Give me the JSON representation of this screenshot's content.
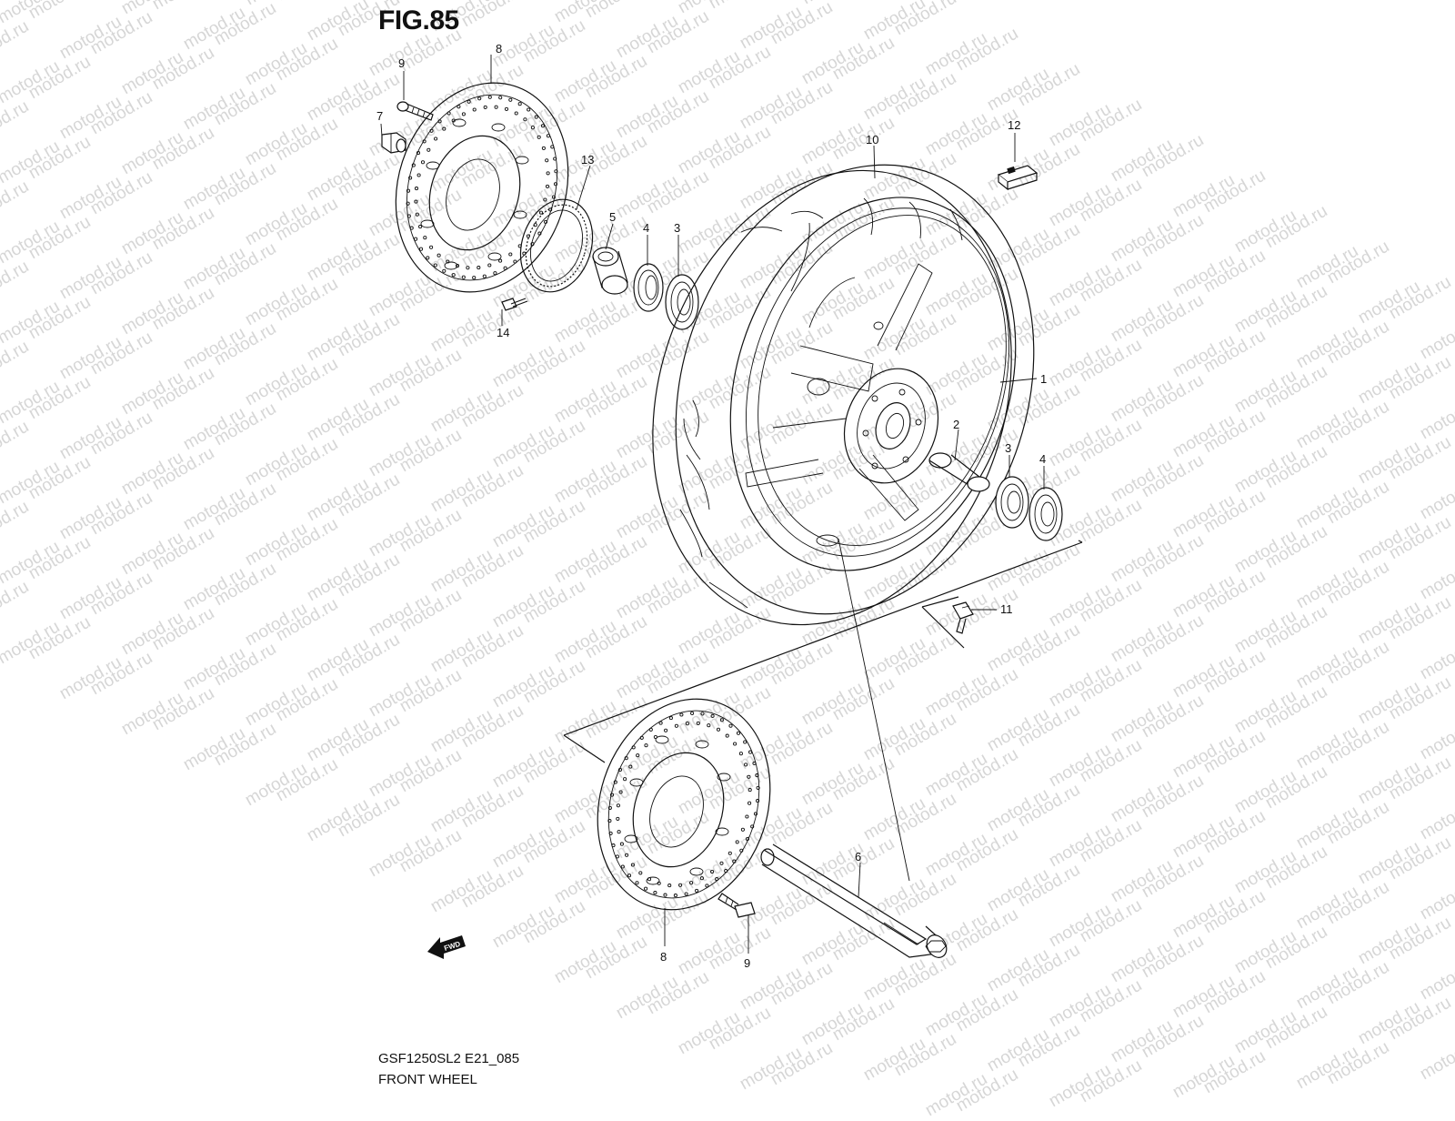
{
  "figure": {
    "title": "FIG.85",
    "model_code": "GSF1250SL2 E21_085",
    "section_name": "FRONT WHEEL"
  },
  "watermark": {
    "text": "motod.ru",
    "color": "#d6d6d6"
  },
  "fwd_arrow": {
    "label": "FWD"
  },
  "callouts": [
    {
      "id": "c1",
      "label": "1"
    },
    {
      "id": "c2",
      "label": "2"
    },
    {
      "id": "c3a",
      "label": "3"
    },
    {
      "id": "c3b",
      "label": "3"
    },
    {
      "id": "c4a",
      "label": "4"
    },
    {
      "id": "c4b",
      "label": "4"
    },
    {
      "id": "c5",
      "label": "5"
    },
    {
      "id": "c6",
      "label": "6"
    },
    {
      "id": "c7",
      "label": "7"
    },
    {
      "id": "c8a",
      "label": "8"
    },
    {
      "id": "c8b",
      "label": "8"
    },
    {
      "id": "c9a",
      "label": "9"
    },
    {
      "id": "c9b",
      "label": "9"
    },
    {
      "id": "c10",
      "label": "10"
    },
    {
      "id": "c11",
      "label": "11"
    },
    {
      "id": "c12",
      "label": "12"
    },
    {
      "id": "c13",
      "label": "13"
    },
    {
      "id": "c14",
      "label": "14"
    }
  ]
}
